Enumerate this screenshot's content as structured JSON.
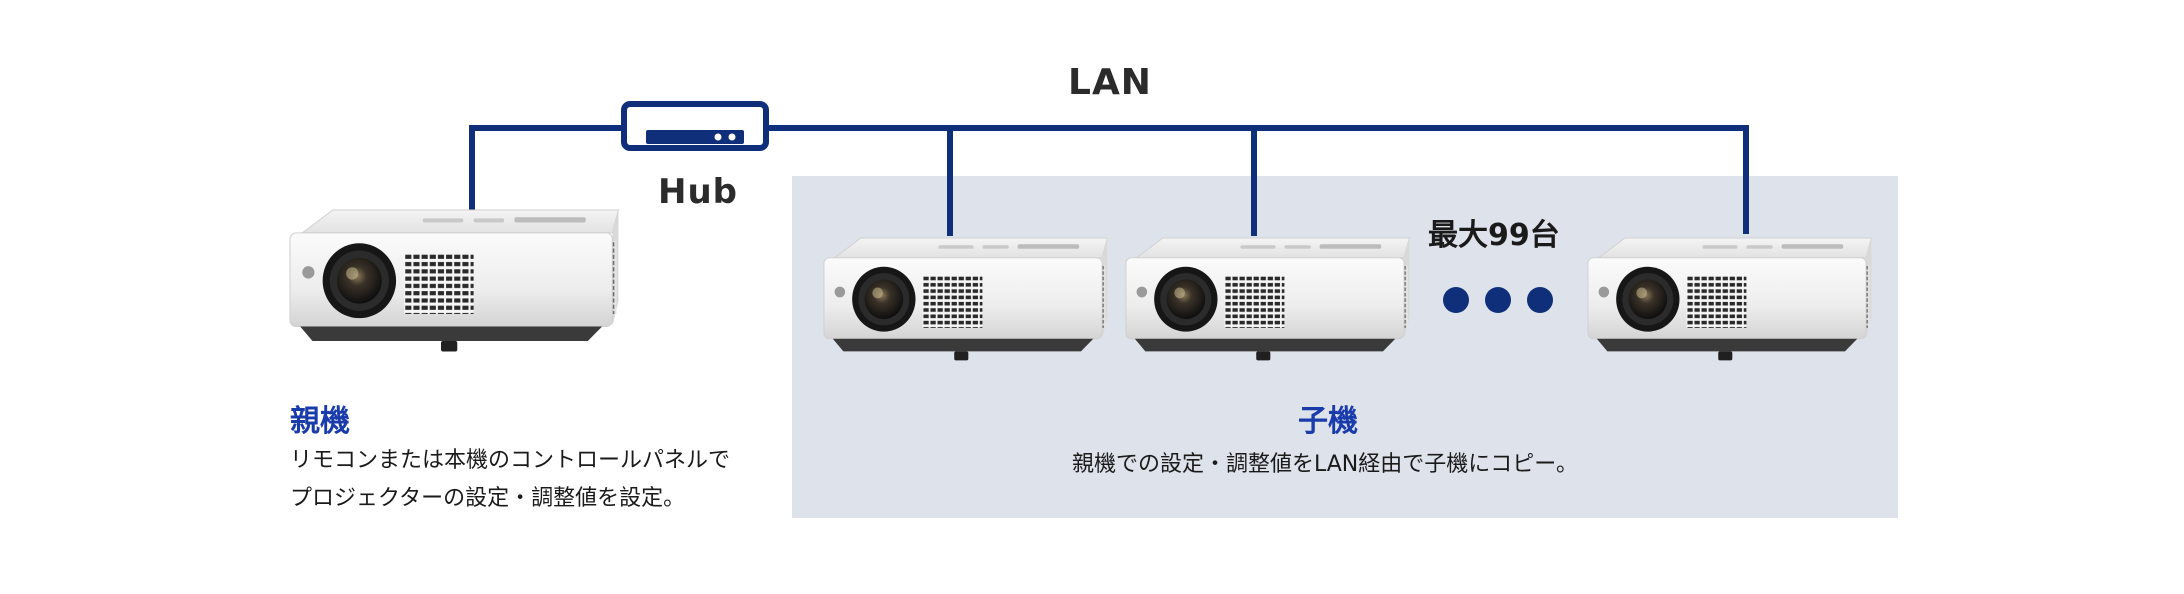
{
  "network": {
    "lan_label": "LAN",
    "hub_label": "Hub",
    "max_units_label": "最大99台"
  },
  "parent": {
    "title": "親機",
    "desc_line1": "リモコンまたは本機のコントロールパネルで",
    "desc_line2": "プロジェクターの設定・調整値を設定。"
  },
  "child": {
    "title": "子機",
    "desc": "親機での設定・調整値をLAN経由で子機にコピー。"
  },
  "colors": {
    "cable": "#0f2f7a",
    "accent_title": "#1a3caa",
    "child_panel": "#dde2eb",
    "projector_body": "#f2f2f2",
    "dots": "#0f2f7a"
  },
  "icons": [
    "hub-icon",
    "projector-icon",
    "ellipsis-dots-icon"
  ]
}
